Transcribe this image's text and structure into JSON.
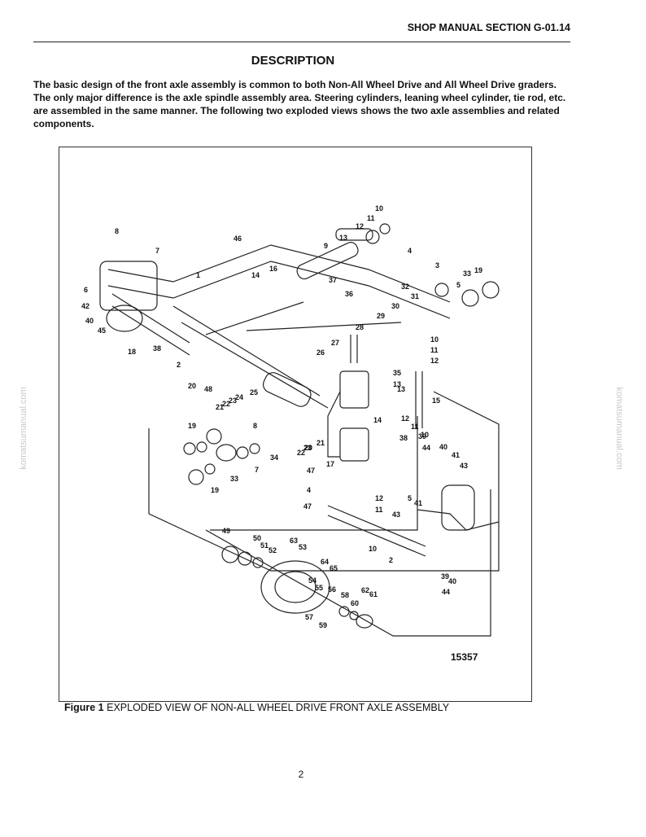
{
  "header": {
    "section": "SHOP MANUAL SECTION G-01.14"
  },
  "title": "DESCRIPTION",
  "intro": "The basic design of the front axle assembly is common to both Non-All Wheel Drive and All Wheel Drive graders. The only major difference is the axle spindle assembly area. Steering cylinders, leaning wheel cylinder, tie rod, etc. are assembled in the same manner. The following two exploded views shows the two axle assemblies and related components.",
  "figure": {
    "number": "15357",
    "caption_label": "Figure 1",
    "caption_text": "EXPLODED VIEW OF NON-ALL WHEEL DRIVE FRONT AXLE ASSEMBLY",
    "callouts": [
      "10",
      "11",
      "12",
      "13",
      "9",
      "8",
      "46",
      "7",
      "6",
      "42",
      "40",
      "45",
      "18",
      "38",
      "1",
      "14",
      "16",
      "37",
      "36",
      "4",
      "3",
      "33",
      "19",
      "5",
      "32",
      "31",
      "30",
      "29",
      "28",
      "27",
      "26",
      "10",
      "11",
      "12",
      "2",
      "20",
      "21",
      "22",
      "23",
      "24",
      "25",
      "48",
      "35",
      "15",
      "13",
      "12",
      "11",
      "10",
      "14",
      "38",
      "39",
      "44",
      "40",
      "41",
      "43",
      "20",
      "21",
      "22",
      "23",
      "17",
      "19",
      "34",
      "7",
      "8",
      "33",
      "19",
      "47",
      "4",
      "12",
      "47",
      "11",
      "41",
      "5",
      "43",
      "49",
      "50",
      "51",
      "52",
      "63",
      "53",
      "64",
      "65",
      "54",
      "55",
      "56",
      "58",
      "62",
      "61",
      "60",
      "57",
      "59",
      "10",
      "2",
      "40",
      "39",
      "44",
      "13"
    ]
  },
  "page_number": "2",
  "watermark": "komatsumanual.com"
}
